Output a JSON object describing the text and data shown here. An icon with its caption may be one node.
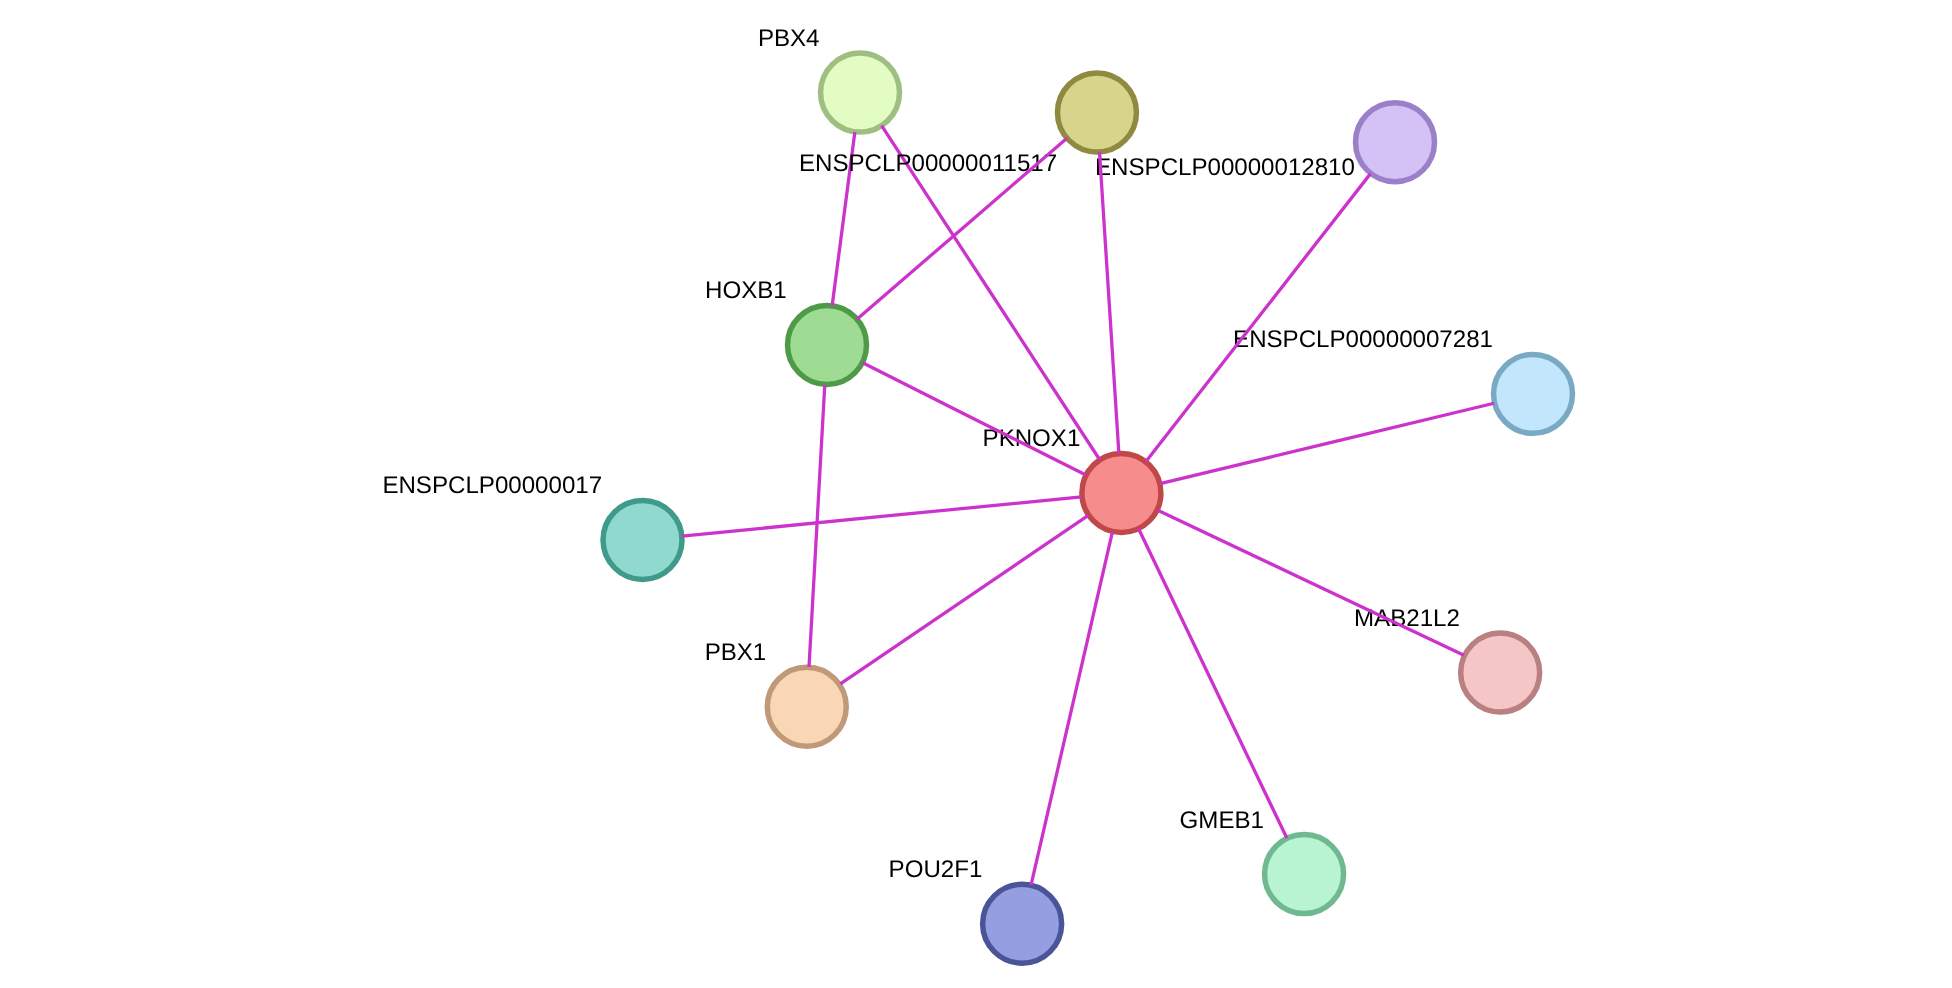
{
  "diagram": {
    "nodes": [
      {
        "text": [
          "ENSPCLP00000017"
        ]
      },
      {
        "text": [
          "ENSPCLP00000007281"
        ]
      },
      {
        "text": [
          "POU2F1"
        ]
      },
      {
        "text": [
          "PBX4"
        ]
      },
      {
        "text": [
          "PKNOX1"
        ]
      },
      {
        "text": [
          "ENSPCLP00000012810"
        ]
      },
      {
        "text": [
          "HOXB1"
        ]
      },
      {
        "text": [
          "ENSPCLP00000011517"
        ]
      },
      {
        "text": [
          "PBX1"
        ]
      },
      {
        "text": [
          "MAB21L2"
        ]
      },
      {
        "text": [
          "GMEB1"
        ]
      }
    ],
    "edges": [
      {
        "from": 4,
        "to": 0,
        "arrow": "none"
      },
      {
        "from": 4,
        "to": 1,
        "arrow": "none"
      },
      {
        "from": 4,
        "to": 2,
        "arrow": "none"
      },
      {
        "from": 4,
        "to": 3,
        "arrow": "none"
      },
      {
        "from": 4,
        "to": 5,
        "arrow": "none"
      },
      {
        "from": 4,
        "to": 6,
        "arrow": "none"
      },
      {
        "from": 4,
        "to": 7,
        "arrow": "none"
      },
      {
        "from": 4,
        "to": 8,
        "arrow": "none"
      },
      {
        "from": 4,
        "to": 9,
        "arrow": "none"
      },
      {
        "from": 4,
        "to": 10,
        "arrow": "none"
      },
      {
        "from": 3,
        "to": 6,
        "arrow": "none"
      },
      {
        "from": 6,
        "to": 7,
        "arrow": "none"
      },
      {
        "from": 6,
        "to": 8,
        "arrow": "none"
      }
    ]
  }
}
